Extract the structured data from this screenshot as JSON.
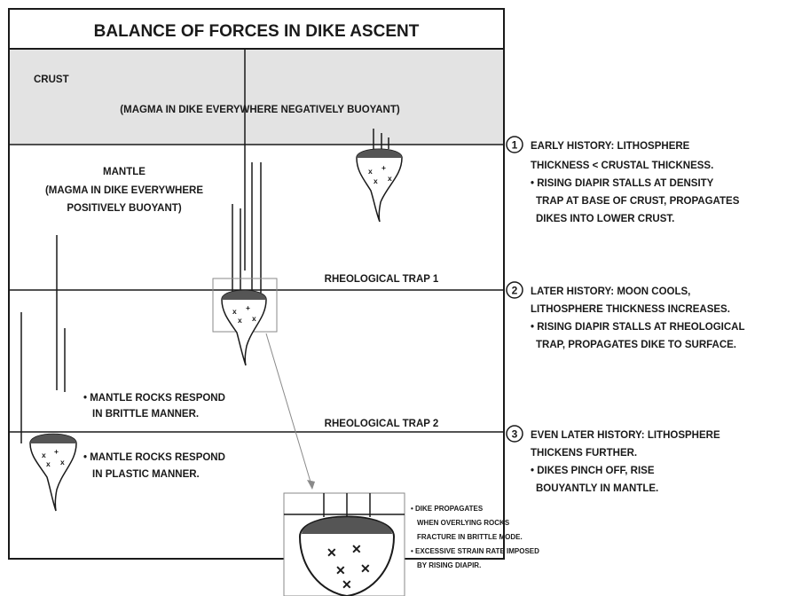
{
  "title": "BALANCE OF FORCES IN DIKE ASCENT",
  "crust": {
    "label": "CRUST",
    "note": "(MAGMA IN DIKE EVERYWHERE NEGATIVELY BUOYANT)"
  },
  "mantle": {
    "label": "MANTLE",
    "note_line1": "(MAGMA IN DIKE EVERYWHERE",
    "note_line2": "POSITIVELY BUOYANT)"
  },
  "traps": {
    "trap1": "RHEOLOGICAL TRAP 1",
    "trap2": "RHEOLOGICAL TRAP 2"
  },
  "bullets": {
    "brittle_line1": "• MANTLE ROCKS RESPOND",
    "brittle_line2": "IN BRITTLE MANNER.",
    "plastic_line1": "• MANTLE ROCKS RESPOND",
    "plastic_line2": "IN PLASTIC MANNER."
  },
  "history": [
    {
      "number": "1",
      "lines": [
        "EARLY HISTORY: LITHOSPHERE",
        "THICKNESS < CRUSTAL THICKNESS.",
        "• RISING DIAPIR STALLS AT DENSITY",
        "TRAP AT BASE OF CRUST, PROPAGATES",
        "DIKES INTO LOWER CRUST."
      ]
    },
    {
      "number": "2",
      "lines": [
        "LATER HISTORY: MOON COOLS,",
        "LITHOSPHERE THICKNESS INCREASES.",
        "• RISING DIAPIR STALLS AT RHEOLOGICAL",
        "TRAP, PROPAGATES DIKE TO SURFACE."
      ]
    },
    {
      "number": "3",
      "lines": [
        "EVEN LATER HISTORY:  LITHOSPHERE",
        "THICKENS FURTHER.",
        "• DIKES PINCH OFF, RISE",
        "BOUYANTLY IN MANTLE."
      ]
    }
  ],
  "inset": {
    "lines": [
      "• DIKE PROPAGATES",
      "WHEN OVERLYING ROCKS",
      "FRACTURE IN BRITTLE MODE.",
      "• EXCESSIVE STRAIN RATE IMPOSED",
      "BY RISING DIAPIR."
    ]
  },
  "colors": {
    "crust_fill": "#e3e3e3",
    "line": "#1a1a1a",
    "cap": "#555555"
  }
}
